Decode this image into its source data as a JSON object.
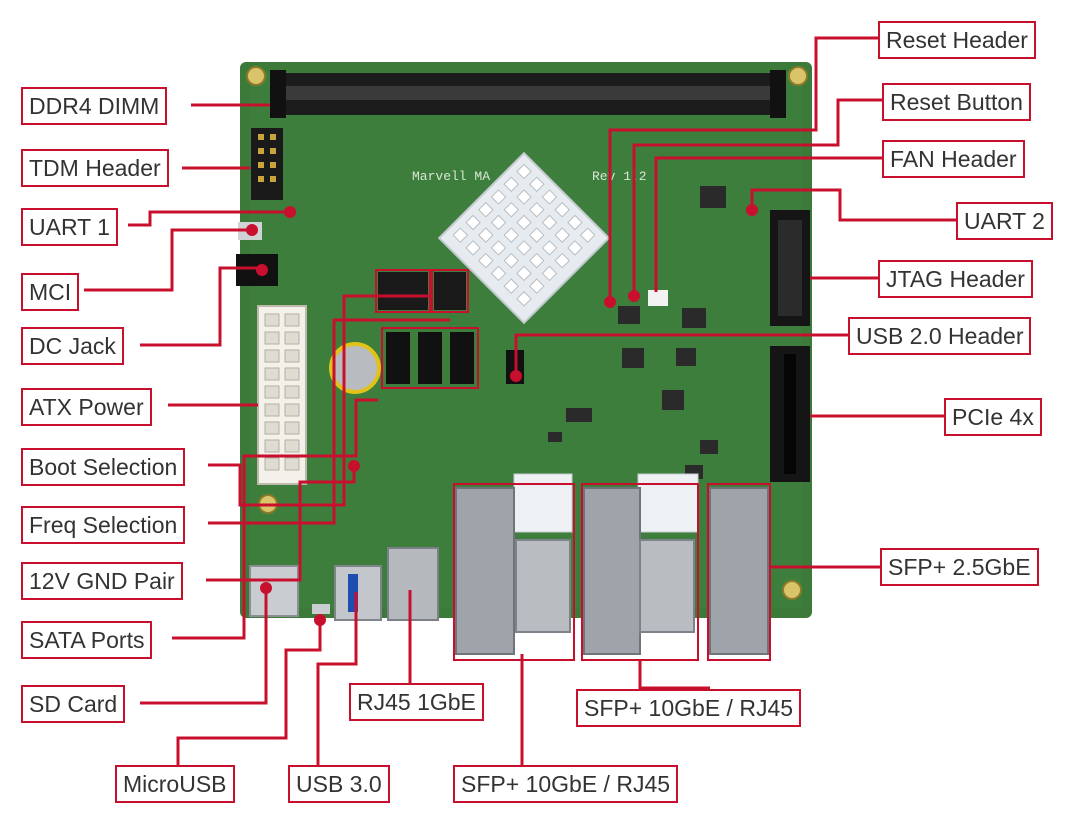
{
  "colors": {
    "accent": "#c8102e",
    "pcb": "#3b7a39",
    "pcb_dark": "#2c5e2c",
    "heatsink": "#e6ebef",
    "connector": "#1a1a1a",
    "metal": "#a9adb3"
  },
  "board_silkscreen": {
    "title": "Marvell MA",
    "rev": "Rev 1.2"
  },
  "labels": {
    "ddr4_dimm": "DDR4 DIMM",
    "tdm_header": "TDM Header",
    "uart1": "UART 1",
    "mci": "MCI",
    "dc_jack": "DC Jack",
    "atx_power": "ATX Power",
    "boot_selection": "Boot Selection",
    "freq_selection": "Freq Selection",
    "gnd_pair": "12V GND Pair",
    "sata_ports": "SATA Ports",
    "sd_card": "SD Card",
    "microusb": "MicroUSB",
    "usb3": "USB 3.0",
    "rj45_1gbe": "RJ45 1GbE",
    "sfp_10gbe_rj45_bottom": "SFP+ 10GbE / RJ45",
    "sfp_10gbe_rj45_mid": "SFP+ 10GbE / RJ45",
    "reset_header": "Reset Header",
    "reset_button": "Reset Button",
    "fan_header": "FAN Header",
    "uart2": "UART 2",
    "jtag_header": "JTAG Header",
    "usb2_header": "USB 2.0 Header",
    "pcie4x": "PCIe 4x",
    "sfp_25gbe": "SFP+ 2.5GbE"
  }
}
